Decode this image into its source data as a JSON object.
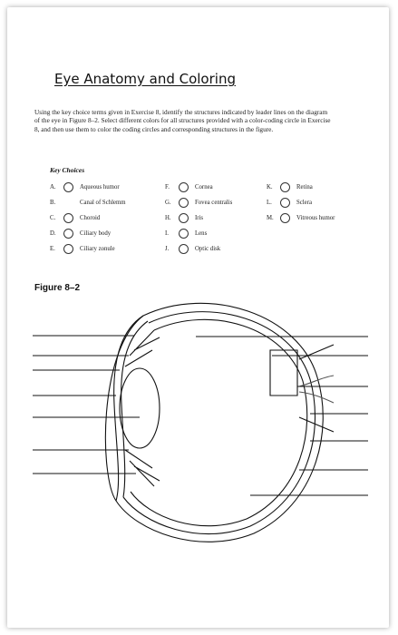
{
  "title": "Eye Anatomy and Coloring",
  "instructions": "Using the key choice terms given in Exercise 8, identify the structures indicated by leader lines on the diagram of the eye in Figure 8–2. Select different colors for all structures provided with a color-coding circle in Exercise 8, and then use them to color the coding circles and corresponding structures in the figure.",
  "key_choices": {
    "heading": "Key Choices",
    "items": [
      {
        "letter": "A.",
        "term": "Aqueous humor",
        "has_circle": true
      },
      {
        "letter": "B.",
        "term": "Canal of Schlemm",
        "has_circle": false
      },
      {
        "letter": "C.",
        "term": "Choroid",
        "has_circle": true
      },
      {
        "letter": "D.",
        "term": "Ciliary body",
        "has_circle": true
      },
      {
        "letter": "E.",
        "term": "Ciliary zonule",
        "has_circle": true
      },
      {
        "letter": "F.",
        "term": "Cornea",
        "has_circle": true
      },
      {
        "letter": "G.",
        "term": "Fovea centralis",
        "has_circle": true
      },
      {
        "letter": "H.",
        "term": "Iris",
        "has_circle": true
      },
      {
        "letter": "I.",
        "term": "Lens",
        "has_circle": true
      },
      {
        "letter": "J.",
        "term": "Optic disk",
        "has_circle": true
      },
      {
        "letter": "K.",
        "term": "Retina",
        "has_circle": true
      },
      {
        "letter": "L.",
        "term": "Sclera",
        "has_circle": true
      },
      {
        "letter": "M.",
        "term": "Vitreous humor",
        "has_circle": true
      }
    ]
  },
  "figure_label": "Figure 8–2"
}
